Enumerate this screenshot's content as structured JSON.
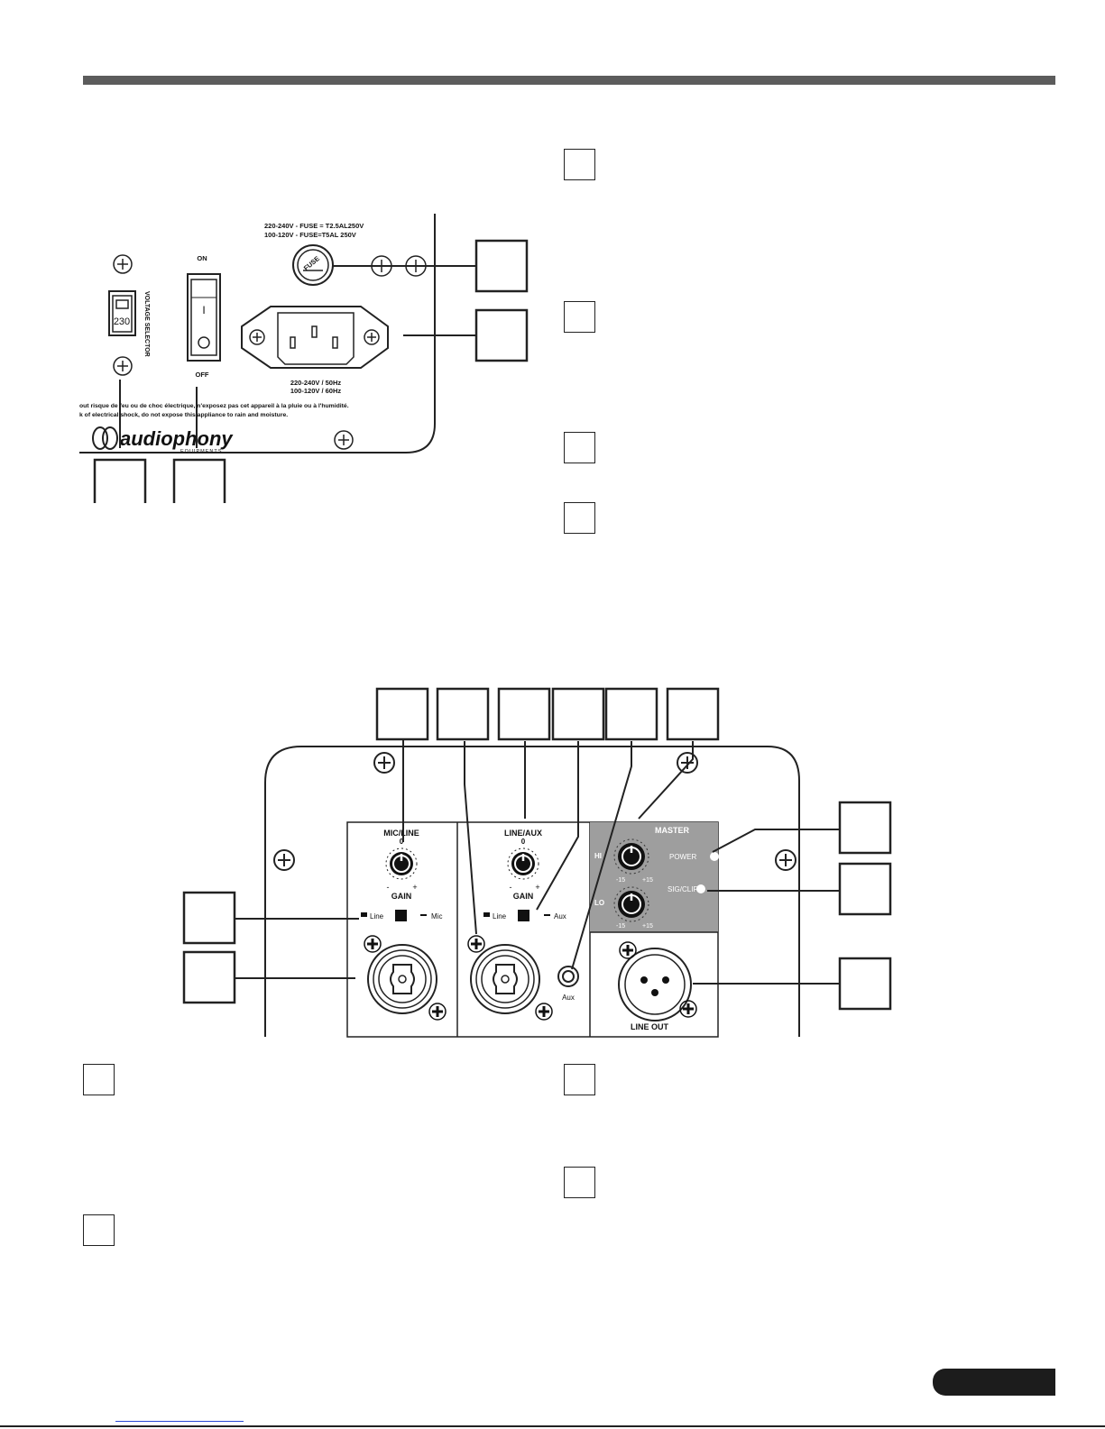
{
  "rear_power_panel": {
    "fuse_line1": "220-240V - FUSE = T2.5AL250V",
    "fuse_line2": "100-120V - FUSE=T5AL 250V",
    "fuse_label": "FUSE",
    "switch_on": "ON",
    "switch_off": "OFF",
    "switch_i": "I",
    "voltage_value": "230",
    "voltage_selector": "VOLTAGE SELECTOR",
    "iec_line1": "220-240V / 50Hz",
    "iec_line2": "100-120V / 60Hz",
    "warning_fr": "out risque de feu ou de choc électrique, n'exposez pas cet appareil à la pluie ou à l'humidité.",
    "warning_en": "k of electrical shock, do not expose this appliance to rain and moisture.",
    "brand": "audiophony",
    "brand_sub": "EQUIPMENTS"
  },
  "mixer_panel": {
    "ch1_title": "MIC/LINE",
    "ch2_title": "LINE/AUX",
    "master_title": "MASTER",
    "zero": "0",
    "gain": "GAIN",
    "minus": "-",
    "plus": "+",
    "line": "Line",
    "mic": "Mic",
    "aux": "Aux",
    "aux_jack": "Aux",
    "hi": "HI",
    "lo": "LO",
    "minus15": "-15",
    "plus15": "+15",
    "power": "POWER",
    "sig_clip": "SIG/CLIP",
    "line_out": "LINE OUT"
  },
  "colors": {
    "top_bar": "#5c5c5c",
    "master_bg": "#9e9e9e",
    "page_badge": "#1c1c1c",
    "link_underline": "#2a49d6"
  }
}
